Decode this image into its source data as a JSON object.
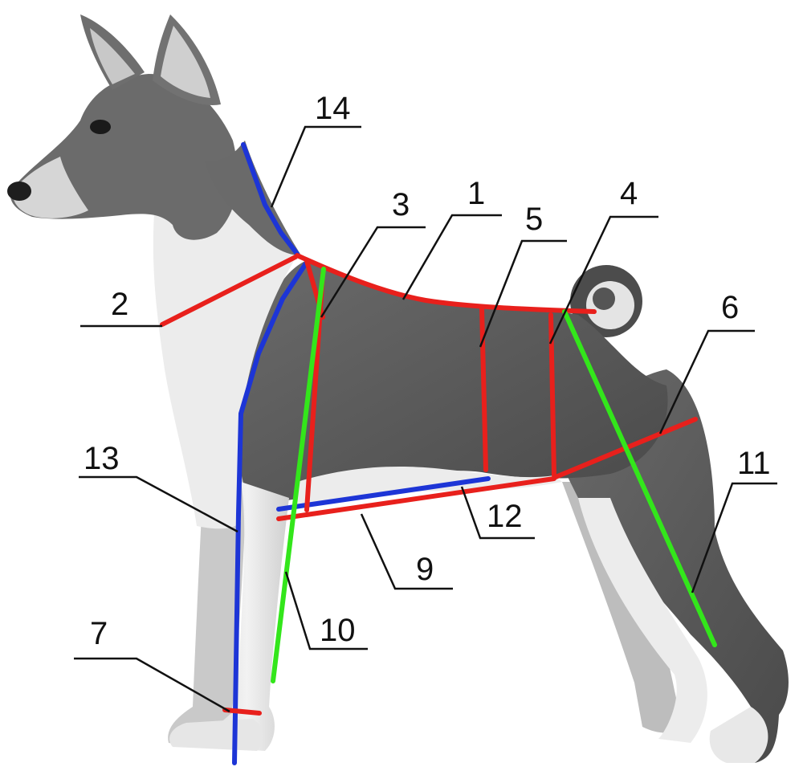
{
  "labels": {
    "l1": "1",
    "l2": "2",
    "l3": "3",
    "l4": "4",
    "l5": "5",
    "l6": "6",
    "l7": "7",
    "l9": "9",
    "l10": "10",
    "l11": "11",
    "l12": "12",
    "l13": "13",
    "l14": "14"
  },
  "colors": {
    "red": "#e8201c",
    "blue": "#1d35d6",
    "green": "#33e61b",
    "leader": "#111111"
  }
}
